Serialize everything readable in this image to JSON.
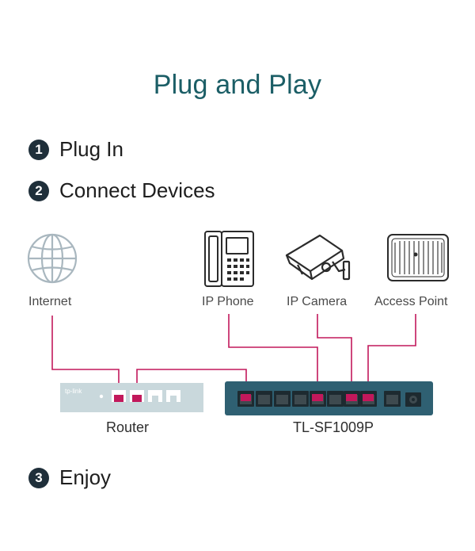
{
  "title": "Plug and Play",
  "steps": [
    {
      "num": "1",
      "text": "Plug In"
    },
    {
      "num": "2",
      "text": "Connect Devices"
    },
    {
      "num": "3",
      "text": "Enjoy"
    }
  ],
  "devices": {
    "internet": "Internet",
    "ip_phone": "IP Phone",
    "ip_camera": "IP Camera",
    "access_point": "Access Point"
  },
  "hardware": {
    "router": "Router",
    "switch": "TL-SF1009P",
    "router_brand": "tp-link"
  },
  "colors": {
    "title": "#1b5e66",
    "cable": "#c2185b",
    "switch_body": "#2f6072",
    "router_body": "#c9d8dc",
    "icon_stroke": "#2b2b2b",
    "globe": "#a9b7bf"
  }
}
